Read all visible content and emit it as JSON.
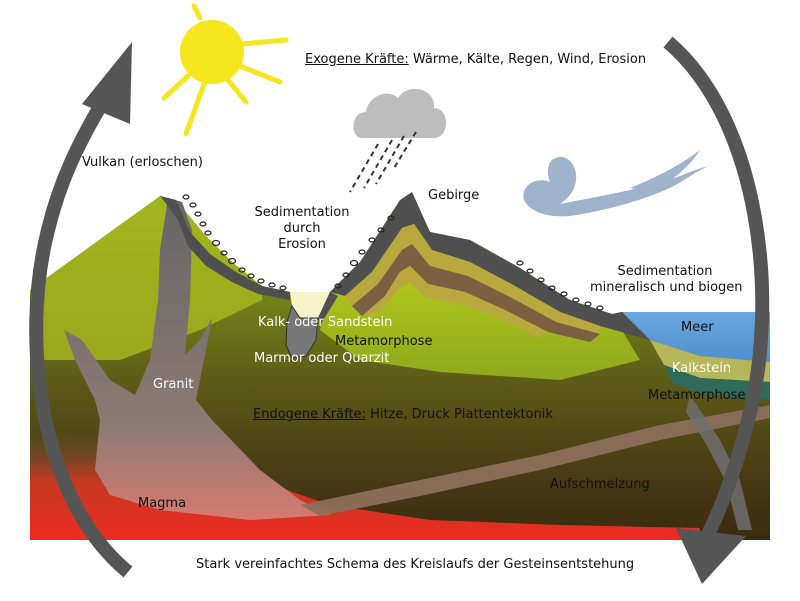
{
  "labels": {
    "exogenous_title": "Exogene Kräfte:",
    "exogenous_list": " Wärme, Kälte, Regen, Wind, Erosion",
    "volcano": "Vulkan (erloschen)",
    "sedimentation_erosion": [
      "Sedimentation",
      "durch",
      "Erosion"
    ],
    "mountains": "Gebirge",
    "sedimentation_biogenic": [
      "Sedimentation",
      "mineralisch und biogen"
    ],
    "sea": "Meer",
    "limestone_sandstone": "Kalk- oder Sandstein",
    "metamorphism_center": "Metamorphose",
    "marble_quartzite": "Marmor oder Quarzit",
    "limestone": "Kalkstein",
    "metamorphism_right": "Metamorphose",
    "granite": "Granit",
    "endogenous_title": "Endogene Kräfte:",
    "endogenous_list": " Hitze, Druck Plattentektonik",
    "melting": "Aufschmelzung",
    "magma": "Magma",
    "caption": "Stark vereinfachtes Schema des Kreislaufs der Gesteinsentstehung"
  },
  "colors": {
    "cycle_arrow": "#555555",
    "sun": "#f5e61e",
    "cloud": "#bdbdbd",
    "wind": "#9fb3cc",
    "crust_dark": "#4a4a14",
    "crust_green": "#a3b51e",
    "magma_red": "#e8281e",
    "granite_gray": "#6f6f6f",
    "rock_layer_dark": "#4d4d4d",
    "rock_layer_olive": "#b8a83e",
    "rock_layer_brown": "#7a6040",
    "sea_blue": "#5f9fd8",
    "limestone_olive": "#b6b65a",
    "metamorphic_teal": "#2f6a5a",
    "sand": "#f7f3c8"
  },
  "icons": [
    "sun-icon",
    "cloud-icon",
    "rain-icon",
    "wind-icon",
    "cycle-arrow-left-icon",
    "cycle-arrow-right-icon"
  ]
}
